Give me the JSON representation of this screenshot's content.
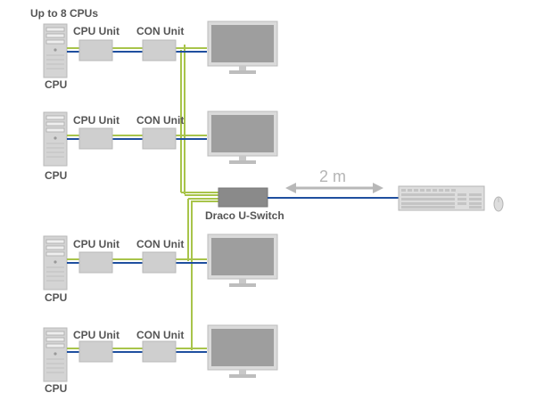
{
  "diagram": {
    "heading": "Up to 8 CPUs",
    "switch_label": "Draco U-Switch",
    "distance_label": "2 m",
    "rows": [
      {
        "cpu_label": "CPU",
        "cpu_unit_label": "CPU Unit",
        "con_unit_label": "CON Unit"
      },
      {
        "cpu_label": "CPU",
        "cpu_unit_label": "CPU Unit",
        "con_unit_label": "CON Unit"
      },
      {
        "cpu_label": "CPU",
        "cpu_unit_label": "CPU Unit",
        "con_unit_label": "CON Unit"
      },
      {
        "cpu_label": "CPU",
        "cpu_unit_label": "CPU Unit",
        "con_unit_label": "CON Unit"
      }
    ],
    "colors": {
      "green_cable": "#a8c44a",
      "blue_cable": "#1f4f9f",
      "device_fill": "#cfcfcf",
      "switch_fill": "#8a8a8a",
      "text": "#555555"
    }
  }
}
